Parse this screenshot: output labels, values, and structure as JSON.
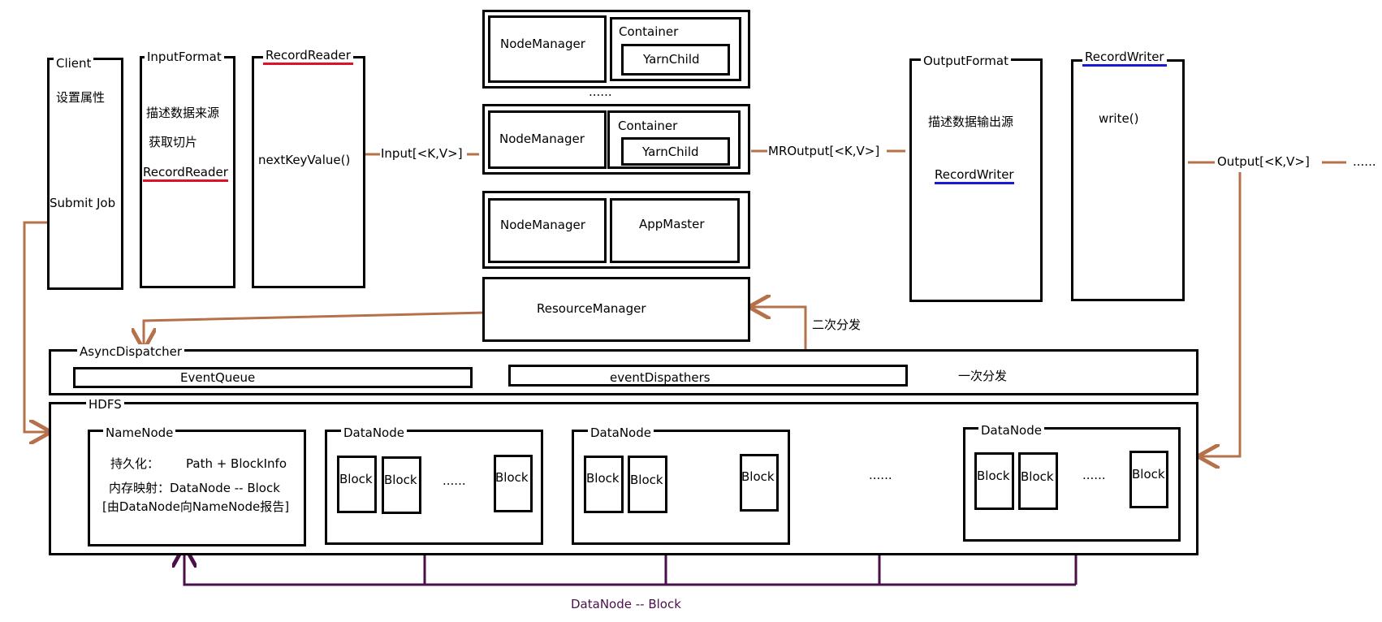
{
  "client": {
    "title": "Client",
    "set_attr": "设置属性",
    "submit": "Submit Job"
  },
  "input_format": {
    "title": "InputFormat",
    "desc1": "描述数据来源",
    "desc2": "获取切片",
    "reader": "RecordReader"
  },
  "record_reader": {
    "title": "RecordReader",
    "method": "nextKeyValue()"
  },
  "input_label": "Input[<K,V>]",
  "cluster": {
    "node1": {
      "nodemanager": "NodeManager",
      "container": "Container",
      "child": "YarnChild"
    },
    "ellipsis": "......",
    "node2": {
      "nodemanager": "NodeManager",
      "container": "Container",
      "child": "YarnChild"
    },
    "node3": {
      "nodemanager": "NodeManager",
      "appmaster": "AppMaster"
    }
  },
  "mroutput_label": "MROutput[<K,V>]",
  "output_format": {
    "title": "OutputFormat",
    "desc": "描述数据输出源",
    "writer": "RecordWriter"
  },
  "record_writer": {
    "title": "RecordWriter",
    "method": "write()"
  },
  "output_label": "Output[<K,V>]",
  "output_ellipsis": "......",
  "resource_manager": "ResourceManager",
  "second_dispatch": "二次分发",
  "async": {
    "title": "AsyncDispatcher",
    "queue": "EventQueue",
    "dispatchers": "eventDispathers"
  },
  "first_dispatch": "一次分发",
  "hdfs": {
    "title": "HDFS",
    "namenode": {
      "title": "NameNode",
      "persist_label": "持久化：",
      "persist_value": "Path + BlockInfo",
      "memory": "内存映射：DataNode -- Block",
      "report": "[由DataNode向NameNode报告]"
    },
    "datanode_title": "DataNode",
    "block": "Block",
    "ellipsis": "......"
  },
  "bottom_label": "DataNode -- Block",
  "colors": {
    "arrow": "#b5714a",
    "report": "#4b0f4b",
    "red_underline": "#e0102a",
    "blue_underline": "#1a1ad6"
  }
}
